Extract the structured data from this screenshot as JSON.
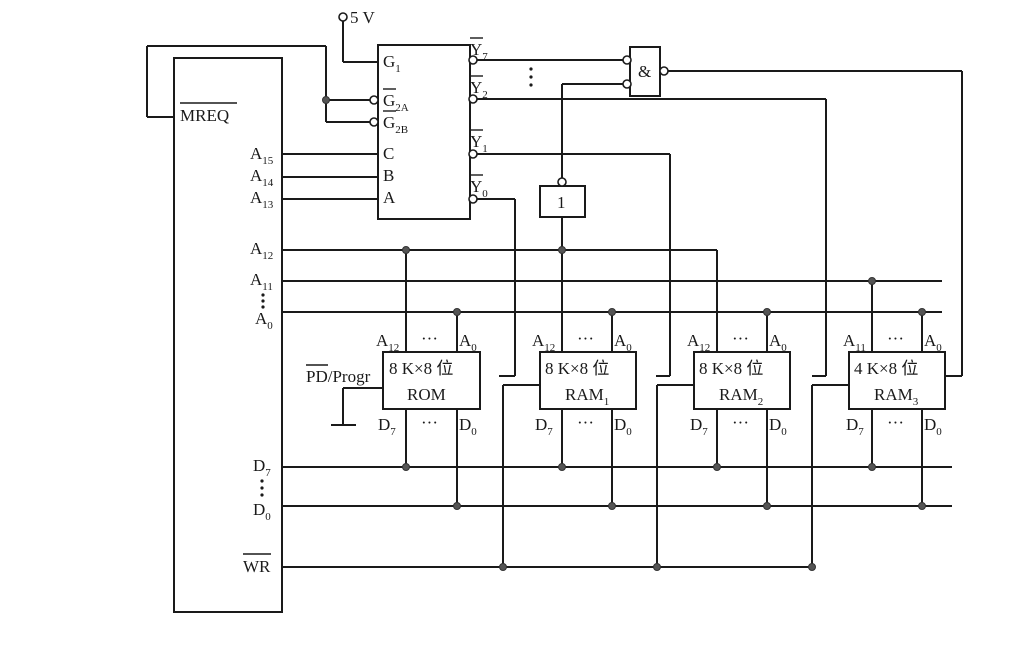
{
  "colors": {
    "wire": "#1a1a1a",
    "junction": "#555555",
    "background": "#ffffff"
  },
  "supply": {
    "label": "5 V"
  },
  "cpu": {
    "mreq": "MREQ",
    "wr": "WR"
  },
  "address_pins": [
    {
      "name": "A",
      "sub": "15"
    },
    {
      "name": "A",
      "sub": "14"
    },
    {
      "name": "A",
      "sub": "13"
    },
    {
      "name": "A",
      "sub": "12"
    },
    {
      "name": "A",
      "sub": "11"
    },
    {
      "name": "A",
      "sub": "0"
    }
  ],
  "data_pins": [
    {
      "name": "D",
      "sub": "7"
    },
    {
      "name": "D",
      "sub": "0"
    }
  ],
  "decoder": {
    "inputs": [
      {
        "name": "G",
        "sub": "1",
        "bar": false
      },
      {
        "name": "G",
        "sub": "2A",
        "bar": true
      },
      {
        "name": "G",
        "sub": "2B",
        "bar": true
      },
      {
        "name": "C",
        "sub": "",
        "bar": false
      },
      {
        "name": "B",
        "sub": "",
        "bar": false
      },
      {
        "name": "A",
        "sub": "",
        "bar": false
      }
    ],
    "outputs": [
      {
        "name": "Y",
        "sub": "7"
      },
      {
        "name": "Y",
        "sub": "2"
      },
      {
        "name": "Y",
        "sub": "1"
      },
      {
        "name": "Y",
        "sub": "0"
      }
    ]
  },
  "gates": {
    "and_symbol": "&",
    "inverter_symbol": "1"
  },
  "ellipsis": "···",
  "chips": [
    {
      "capacity": "8 K×8 位",
      "name": "ROM",
      "sub": "",
      "addr_hi": {
        "name": "A",
        "sub": "12"
      },
      "addr_lo": {
        "name": "A",
        "sub": "0"
      },
      "data_hi": {
        "name": "D",
        "sub": "7"
      },
      "data_lo": {
        "name": "D",
        "sub": "0"
      }
    },
    {
      "capacity": "8 K×8 位",
      "name": "RAM",
      "sub": "1",
      "addr_hi": {
        "name": "A",
        "sub": "12"
      },
      "addr_lo": {
        "name": "A",
        "sub": "0"
      },
      "data_hi": {
        "name": "D",
        "sub": "7"
      },
      "data_lo": {
        "name": "D",
        "sub": "0"
      }
    },
    {
      "capacity": "8 K×8 位",
      "name": "RAM",
      "sub": "2",
      "addr_hi": {
        "name": "A",
        "sub": "12"
      },
      "addr_lo": {
        "name": "A",
        "sub": "0"
      },
      "data_hi": {
        "name": "D",
        "sub": "7"
      },
      "data_lo": {
        "name": "D",
        "sub": "0"
      }
    },
    {
      "capacity": "4 K×8 位",
      "name": "RAM",
      "sub": "3",
      "addr_hi": {
        "name": "A",
        "sub": "11"
      },
      "addr_lo": {
        "name": "A",
        "sub": "0"
      },
      "data_hi": {
        "name": "D",
        "sub": "7"
      },
      "data_lo": {
        "name": "D",
        "sub": "0"
      }
    }
  ],
  "rom_pin": {
    "bar_part": "PD",
    "rest": "/Progr"
  }
}
